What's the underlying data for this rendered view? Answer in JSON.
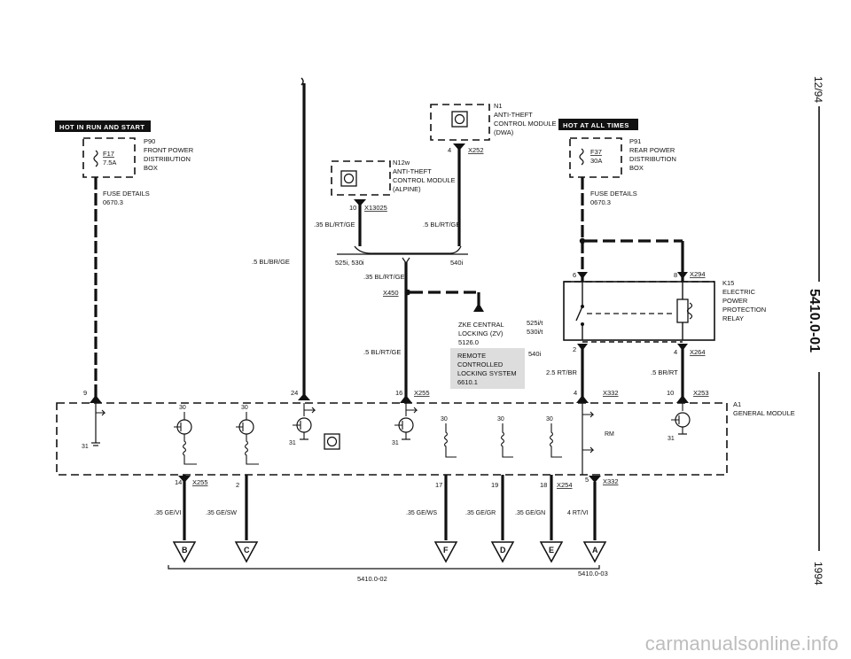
{
  "labels": {
    "hot_run": "HOT IN RUN AND START",
    "hot_all": "HOT AT ALL TIMES",
    "p90": [
      "P90",
      "FRONT POWER",
      "DISTRIBUTION",
      "BOX"
    ],
    "f17": [
      "F17",
      "7.5A"
    ],
    "fuse_left": [
      "FUSE DETAILS",
      "0670.3"
    ],
    "p91": [
      "P91",
      "REAR POWER",
      "DISTRIBUTION",
      "BOX"
    ],
    "f37": [
      "F37",
      "30A"
    ],
    "fuse_right": [
      "FUSE DETAILS",
      "0670.3"
    ],
    "n1": [
      "N1",
      "ANTI-THEFT",
      "CONTROL MODULE",
      "(DWA)"
    ],
    "n12w": [
      "N12w",
      "ANTI-THEFT",
      "CONTROL MODULE",
      "(ALPINE)"
    ],
    "x252": "X252",
    "x252_pin": "4",
    "x13025": "X13025",
    "x13025_pin": "10",
    "w_035_blrtge_a": ".35 BL/RT/GE",
    "w_05_blrtge_a": ".5 BL/RT/GE",
    "w_05_blbrge": ".5 BL/BR/GE",
    "v_525_530": "525i, 530i",
    "v_540_a": "540i",
    "w_035_blrtge_b": ".35 BL/RT/GE",
    "x450": "X450",
    "zke": [
      "ZKE CENTRAL",
      "LOCKING (ZV)",
      "5126.0"
    ],
    "v_525iv": [
      "525i/t",
      "530i/t"
    ],
    "w_05_blrtge_b": ".5 BL/RT/GE",
    "remote": [
      "REMOTE",
      "CONTROLLED",
      "LOCKING SYSTEM",
      "6610.1"
    ],
    "v_540_b": "540i",
    "k15": [
      "K15",
      "ELECTRIC",
      "POWER",
      "PROTECTION",
      "RELAY"
    ],
    "x294": "X294",
    "x294_pins": [
      "6",
      "8"
    ],
    "x264": "X264",
    "x264_pins": [
      "2",
      "4"
    ],
    "w_25_rtbr": "2.5 RT/BR",
    "w_5_brrt": ".5 BR/RT",
    "x332": "X332",
    "x332_pin": "4",
    "x253": "X253",
    "x253_pin": "10",
    "a1": [
      "A1",
      "GENERAL MODULE"
    ],
    "x255_top": "X255",
    "top_pins": [
      "9",
      "24",
      "16"
    ],
    "rm": "RM",
    "pin30": "30",
    "pin31": "31",
    "x255_bot": "X255",
    "bot_pins_left": [
      "14",
      "2"
    ],
    "bot_pins_mid": [
      "17",
      "19",
      "18"
    ],
    "x254": "X254",
    "x332_bot": "X332",
    "x332_bot_pin": "5",
    "wires_bottom": [
      ".35 GE/VI",
      ".35 GE/SW",
      ".35 GE/WS",
      ".35 GE/GR",
      ".35 GE/GN",
      "4 RT/VI"
    ],
    "connectors": [
      "B",
      "C",
      "F",
      "D",
      "E",
      "A"
    ],
    "ref_left": "5410.0-02",
    "ref_right": "5410.0-03",
    "side_date": "12/94",
    "side_code": "5410.0-01",
    "side_year": "1994"
  },
  "watermark": "carmanualsonline.info"
}
